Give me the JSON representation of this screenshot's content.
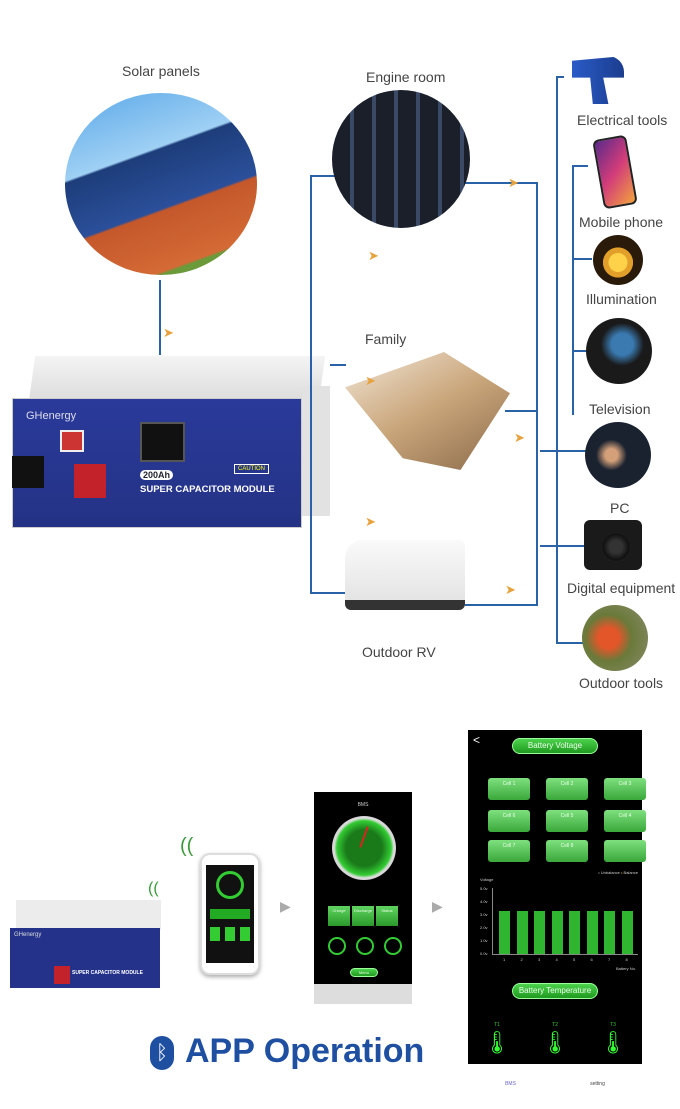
{
  "diagram": {
    "source": {
      "label": "Solar panels"
    },
    "device": {
      "brand": "GHenergy",
      "capacity": "200Ah",
      "model": "SUPER CAPACITOR MODULE",
      "caution": "CAUTION"
    },
    "scenes": [
      {
        "label": "Engine room"
      },
      {
        "label": "Family"
      },
      {
        "label": "Outdoor RV"
      }
    ],
    "loads": [
      {
        "label": "Electrical tools",
        "icon": "drill-icon"
      },
      {
        "label": "Mobile phone",
        "icon": "phone-icon"
      },
      {
        "label": "Illumination",
        "icon": "bulb-icon"
      },
      {
        "label": "Television",
        "icon": "tv-icon"
      },
      {
        "label": "PC",
        "icon": "pc-icon"
      },
      {
        "label": "Digital equipment",
        "icon": "camera-icon"
      },
      {
        "label": "Outdoor tools",
        "icon": "chainsaw-icon"
      }
    ],
    "colors": {
      "line": "#2a62a8",
      "arrow": "#e6a23c",
      "app_green": "#2fb52f",
      "title_blue": "#1e4fa0"
    }
  },
  "app": {
    "title": "APP Operation",
    "gauge_screen": {
      "title": "BMS",
      "cards": [
        "Charge",
        "Discharge",
        "Status"
      ],
      "menu": "Menu"
    },
    "bms_screen": {
      "back": "<",
      "voltage_title": "Battery Voltage",
      "cells": [
        "Cell 1",
        "Cell 2",
        "Cell 3",
        "Cell 6",
        "Cell 5",
        "Cell 4",
        "Cell 7",
        "Cell 8",
        ""
      ],
      "legend": [
        "Unbalance",
        "Balance"
      ],
      "chart": {
        "ylabel": "Voltage",
        "xlabel": "Battery No.",
        "yticks": [
          "5.0v",
          "4.0v",
          "3.0v",
          "2.0v",
          "1.0v",
          "0.0v"
        ],
        "categories": [
          "1",
          "2",
          "3",
          "4",
          "5",
          "6",
          "7",
          "8"
        ]
      },
      "temp_title": "Battery Temperature",
      "sensors": [
        "T1",
        "T2",
        "T3"
      ],
      "tabs": [
        "BMS",
        "setting"
      ]
    }
  }
}
